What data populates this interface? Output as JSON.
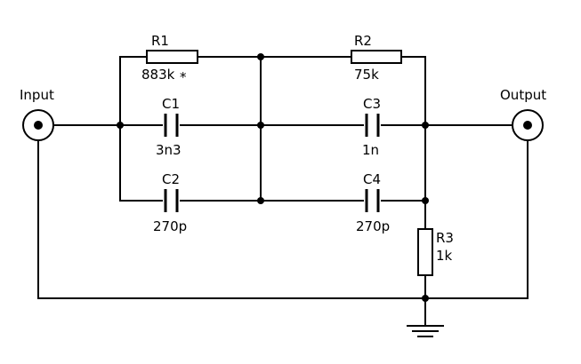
{
  "connectors": {
    "input_label": "Input",
    "output_label": "Output"
  },
  "resistors": {
    "r1": {
      "name": "R1",
      "value": "883k",
      "note": "*"
    },
    "r2": {
      "name": "R2",
      "value": "75k"
    },
    "r3": {
      "name": "R3",
      "value": "1k"
    }
  },
  "capacitors": {
    "c1": {
      "name": "C1",
      "value": "3n3"
    },
    "c2": {
      "name": "C2",
      "value": "270p"
    },
    "c3": {
      "name": "C3",
      "value": "1n"
    },
    "c4": {
      "name": "C4",
      "value": "270p"
    }
  }
}
